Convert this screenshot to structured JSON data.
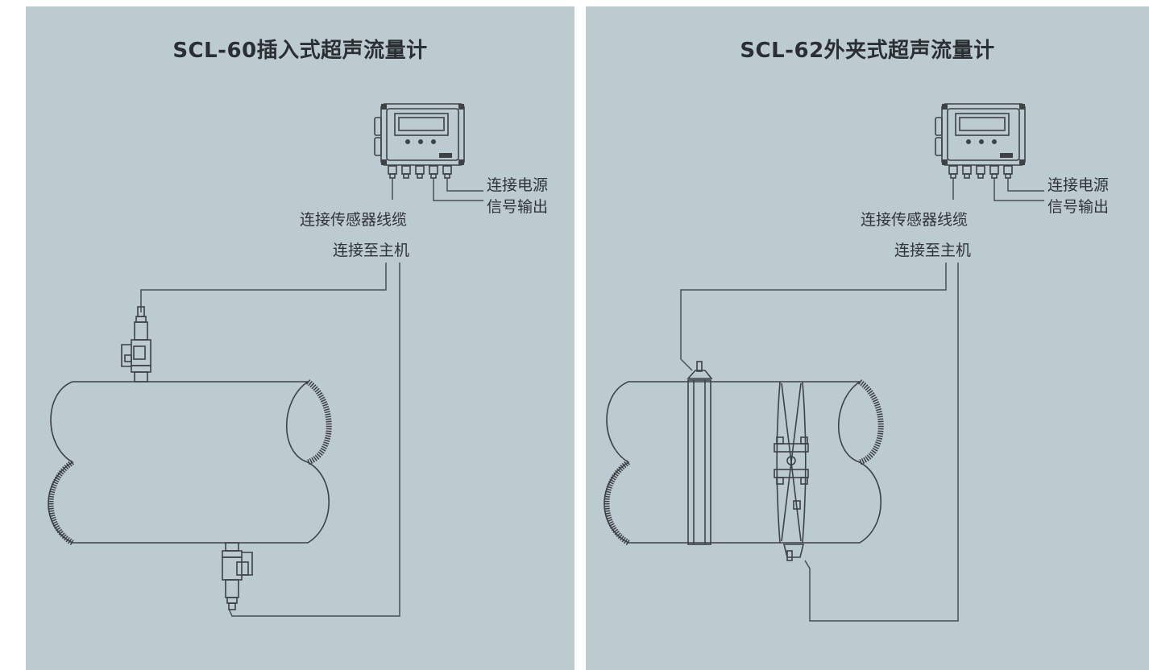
{
  "panels": [
    {
      "id": "insertion",
      "title": "SCL-60插入式超声流量计",
      "labels": {
        "power": "连接电源",
        "signal": "信号输出",
        "sensor_cable": "连接传感器线缆",
        "to_host": "连接至主机"
      }
    },
    {
      "id": "clamp-on",
      "title": "SCL-62外夹式超声流量计",
      "labels": {
        "power": "连接电源",
        "signal": "信号输出",
        "sensor_cable": "连接传感器线缆",
        "to_host": "连接至主机"
      }
    }
  ],
  "colors": {
    "panel_background": "#bccbcf",
    "line": "#3d4245",
    "text": "#2f3337"
  },
  "icons": [
    "flowmeter-host-unit",
    "insertion-transducer",
    "clamp-on-transducer",
    "pipe-break-section"
  ]
}
